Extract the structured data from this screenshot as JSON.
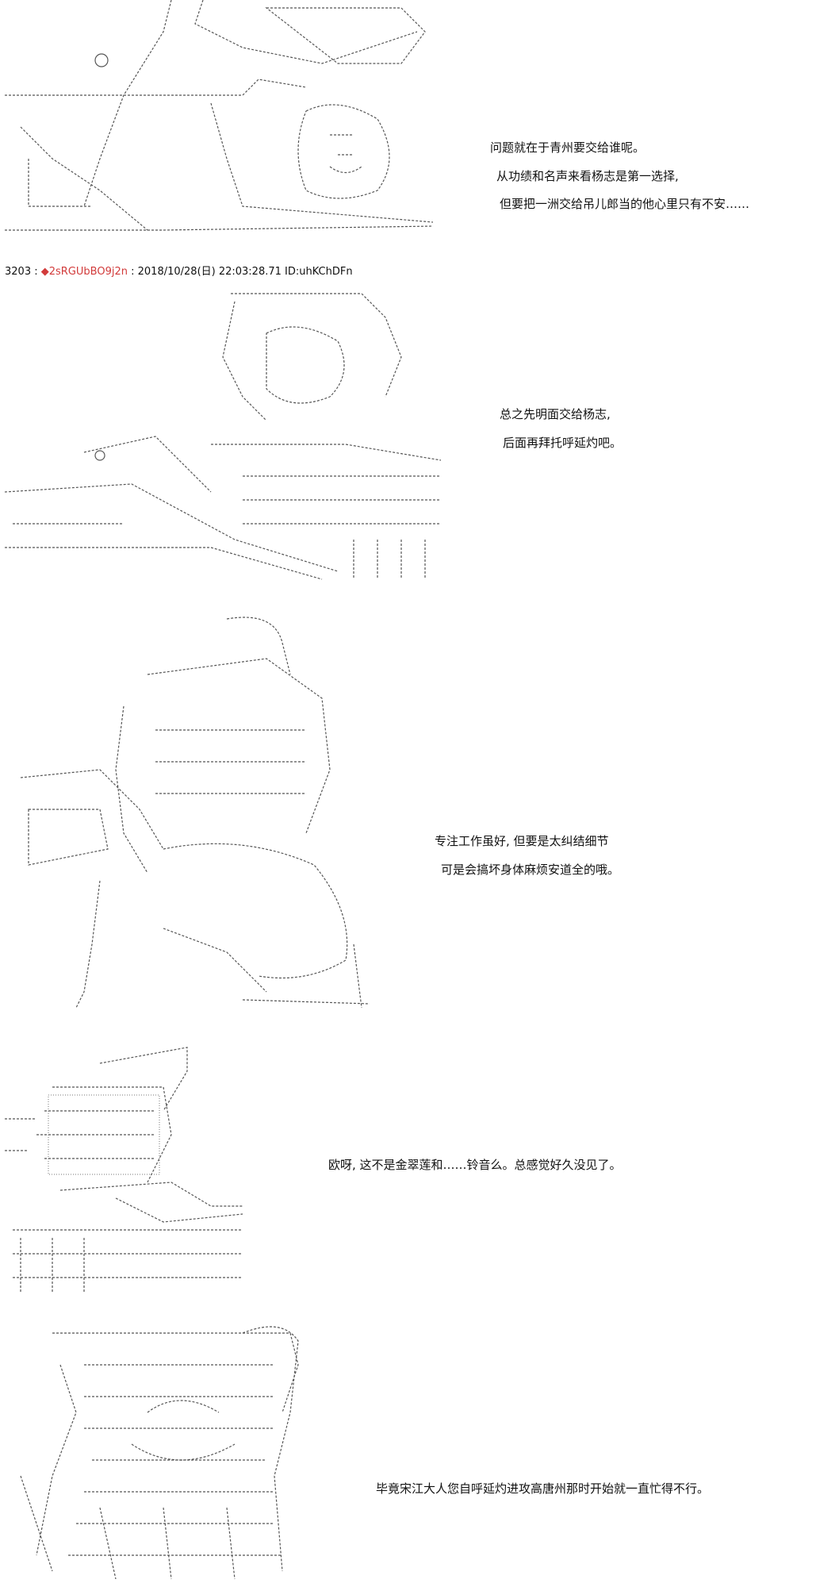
{
  "panel1": {
    "lines": [
      "问题就在于青州要交给谁呢。",
      "从功绩和名声来看杨志是第一选择,",
      "但要把一洲交给吊儿郎当的他心里只有不安……"
    ]
  },
  "post_header": {
    "number": "3203 :",
    "diamond": "◆",
    "tripcode": "2sRGUbBO9j2n",
    "meta": ": 2018/10/28(日) 22:03:28.71 ID:uhKChDFn"
  },
  "panel2": {
    "lines": [
      "总之先明面交给杨志,",
      "后面再拜托呼延灼吧。"
    ]
  },
  "panel3": {
    "lines": [
      "专注工作虽好, 但要是太纠结细节",
      "可是会搞坏身体麻烦安道全的哦。"
    ]
  },
  "panel4": {
    "lines": [
      "欧呀, 这不是金翠莲和……铃音么。总感觉好久没见了。"
    ]
  },
  "panel5": {
    "lines": [
      "毕竟宋江大人您自呼延灼进攻高唐州那时开始就一直忙得不行。"
    ]
  },
  "colors": {
    "text": "#111111",
    "tripcode": "#d23b3b",
    "art_stroke": "#555555"
  }
}
